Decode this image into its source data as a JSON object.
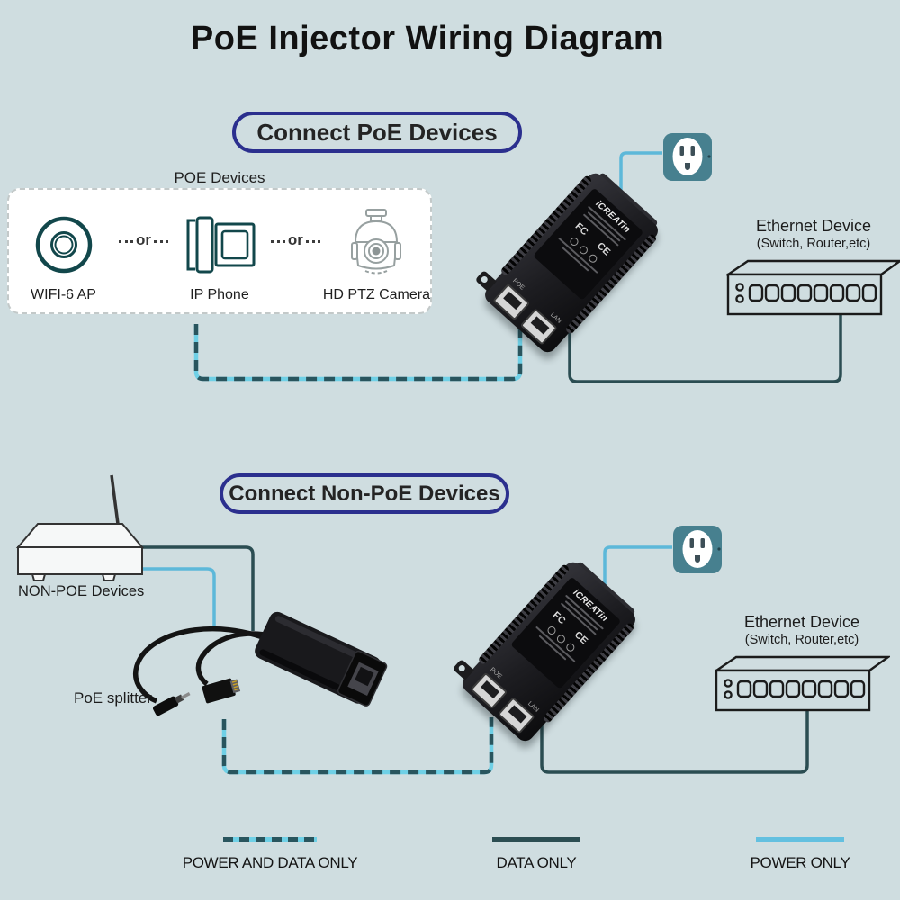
{
  "title": "PoE Injector Wiring Diagram",
  "sections": {
    "poe": {
      "heading": "Connect PoE Devices",
      "devices_box_title": "POE Devices",
      "devices": [
        {
          "name": "WIFI-6 AP",
          "icon": "wifi-ap-icon"
        },
        {
          "name": "IP Phone",
          "icon": "ip-phone-icon"
        },
        {
          "name": "HD PTZ Camera",
          "icon": "ptz-camera-icon"
        }
      ],
      "or_separator": "or",
      "ethernet_device": {
        "title": "Ethernet Device",
        "subtitle": "(Switch, Router,etc)"
      }
    },
    "non_poe": {
      "heading": "Connect Non-PoE Devices",
      "device_label": "NON-POE Devices",
      "splitter_label": "PoE splitter",
      "ethernet_device": {
        "title": "Ethernet Device",
        "subtitle": "(Switch, Router,etc)"
      }
    }
  },
  "injector": {
    "brand": "iCREATin",
    "marks": [
      "FC",
      "CE"
    ],
    "port_labels": [
      "POE",
      "LAN"
    ]
  },
  "legend": [
    {
      "label": "POWER AND DATA ONLY",
      "style": "dashed-teal-on-cyan"
    },
    {
      "label": "DATA ONLY",
      "style": "solid-dark-teal"
    },
    {
      "label": "POWER ONLY",
      "style": "solid-cyan"
    }
  ],
  "colors": {
    "background": "#cfdde0",
    "power_line": "#5db8d9",
    "data_line": "#2b4d52",
    "power_data_dash": "#29555e",
    "power_data_base": "#6fd0e6",
    "outlet_teal": "#47808f",
    "heading_border": "#2b2f8e",
    "device_icon_teal": "#12474b"
  }
}
